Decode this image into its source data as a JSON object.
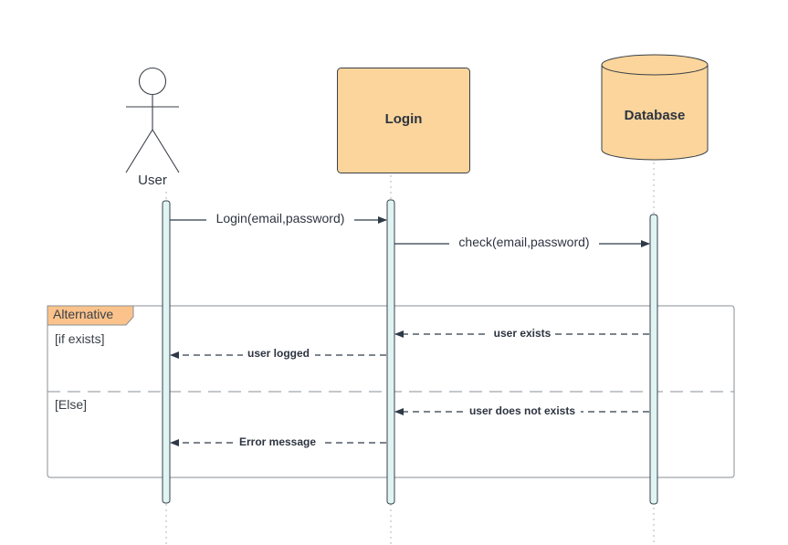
{
  "diagram": {
    "participants": {
      "user": {
        "label": "User"
      },
      "login": {
        "label": "Login"
      },
      "database": {
        "label": "Database"
      }
    },
    "messages": [
      {
        "label": "Login(email,password)",
        "from": "User",
        "to": "Login",
        "style": "solid"
      },
      {
        "label": "check(email,password)",
        "from": "Login",
        "to": "Database",
        "style": "solid"
      },
      {
        "label": "user exists",
        "from": "Database",
        "to": "Login",
        "style": "dashed"
      },
      {
        "label": "user logged",
        "from": "Login",
        "to": "User",
        "style": "dashed"
      },
      {
        "label": "user does not exists",
        "from": "Database",
        "to": "Login",
        "style": "dashed"
      },
      {
        "label": "Error message",
        "from": "Login",
        "to": "User",
        "style": "dashed"
      }
    ],
    "fragment": {
      "tag": "Alternative",
      "guard_if": "[if exists]",
      "guard_else": "[Else]"
    }
  },
  "colors": {
    "participant_fill": "#fbd59b",
    "participant_stroke": "#3a4048",
    "activation_fill": "#dff4f3",
    "fragment_tag_fill": "#fbc38b",
    "line": "#2f3a47"
  }
}
